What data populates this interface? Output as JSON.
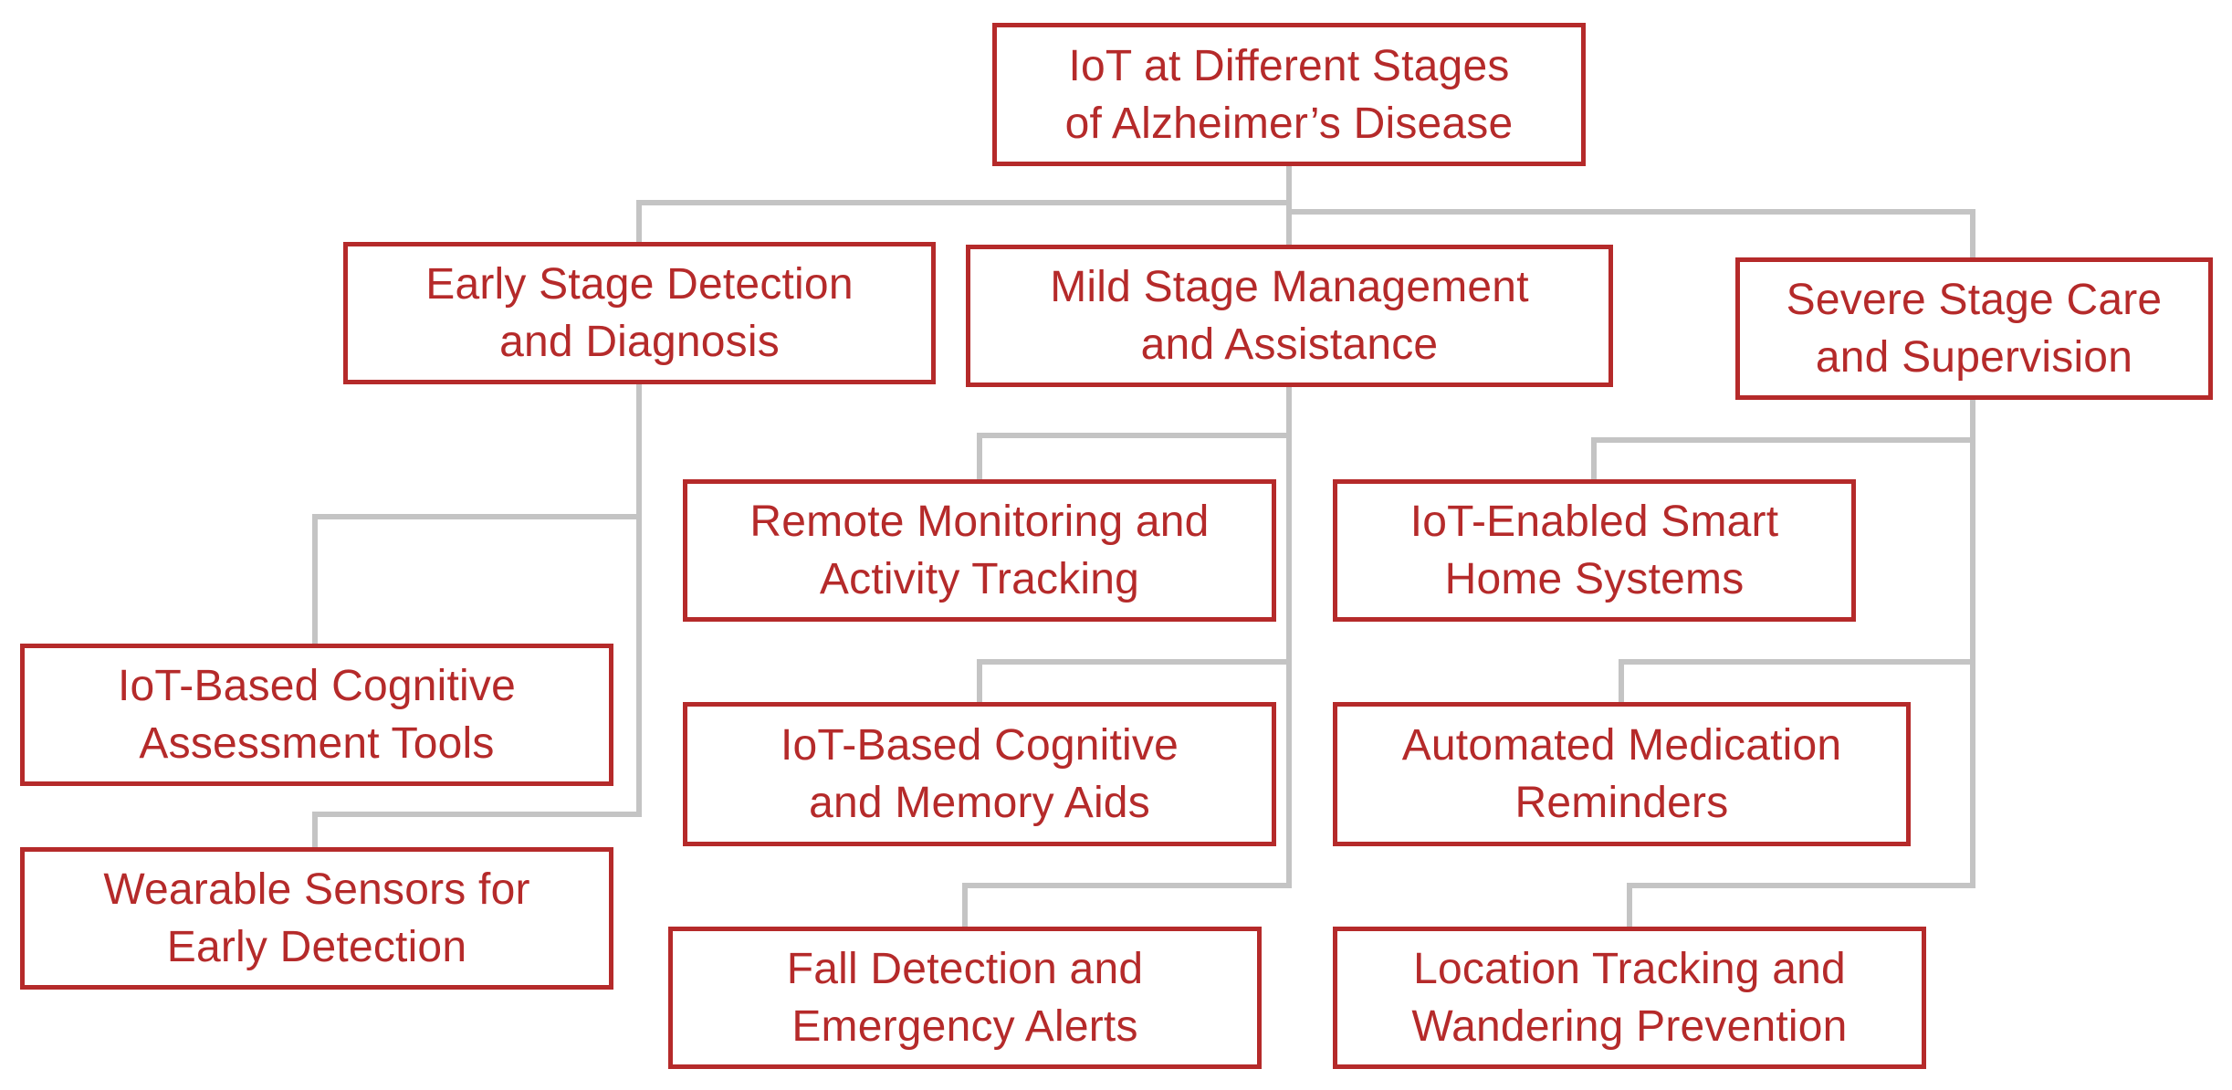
{
  "diagram": {
    "colors": {
      "box_border": "#b52a2a",
      "text": "#b52a2a",
      "connector": "#c4c4c4",
      "background": "#ffffff"
    },
    "root": {
      "line1": "IoT at Different Stages",
      "line2": "of Alzheimer’s Disease"
    },
    "stages": [
      {
        "line1": "Early Stage Detection",
        "line2": "and Diagnosis",
        "children": [
          {
            "line1": "IoT-Based Cognitive",
            "line2": "Assessment Tools"
          },
          {
            "line1": "Wearable Sensors for",
            "line2": "Early Detection"
          }
        ]
      },
      {
        "line1": "Mild Stage Management",
        "line2": "and Assistance",
        "children": [
          {
            "line1": "Remote Monitoring and",
            "line2": "Activity Tracking"
          },
          {
            "line1": "IoT-Based Cognitive",
            "line2": "and Memory Aids"
          },
          {
            "line1": "Fall Detection and",
            "line2": "Emergency Alerts"
          }
        ]
      },
      {
        "line1": "Severe Stage Care",
        "line2": "and Supervision",
        "children": [
          {
            "line1": "IoT-Enabled Smart",
            "line2": "Home Systems"
          },
          {
            "line1": "Automated Medication",
            "line2": "Reminders"
          },
          {
            "line1": "Location Tracking and",
            "line2": "Wandering Prevention"
          }
        ]
      }
    ]
  }
}
